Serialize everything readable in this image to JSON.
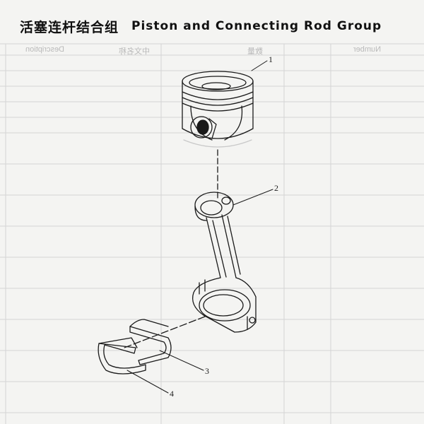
{
  "header": {
    "title_zh": "活塞连杆结合组",
    "title_en": "Piston and Connecting Rod Group"
  },
  "callouts": {
    "piston": "1",
    "connecting_rod": "2",
    "upper_bearing": "3",
    "lower_bearing": "4"
  },
  "background_ghost_text": {
    "col_number": "Number",
    "col_description": "Description",
    "col_zh": "中文名称",
    "col_qty": "数量"
  },
  "colors": {
    "paper": "#f4f4f2",
    "ink": "#1a1a1a",
    "grid": "#d2d2d2"
  }
}
